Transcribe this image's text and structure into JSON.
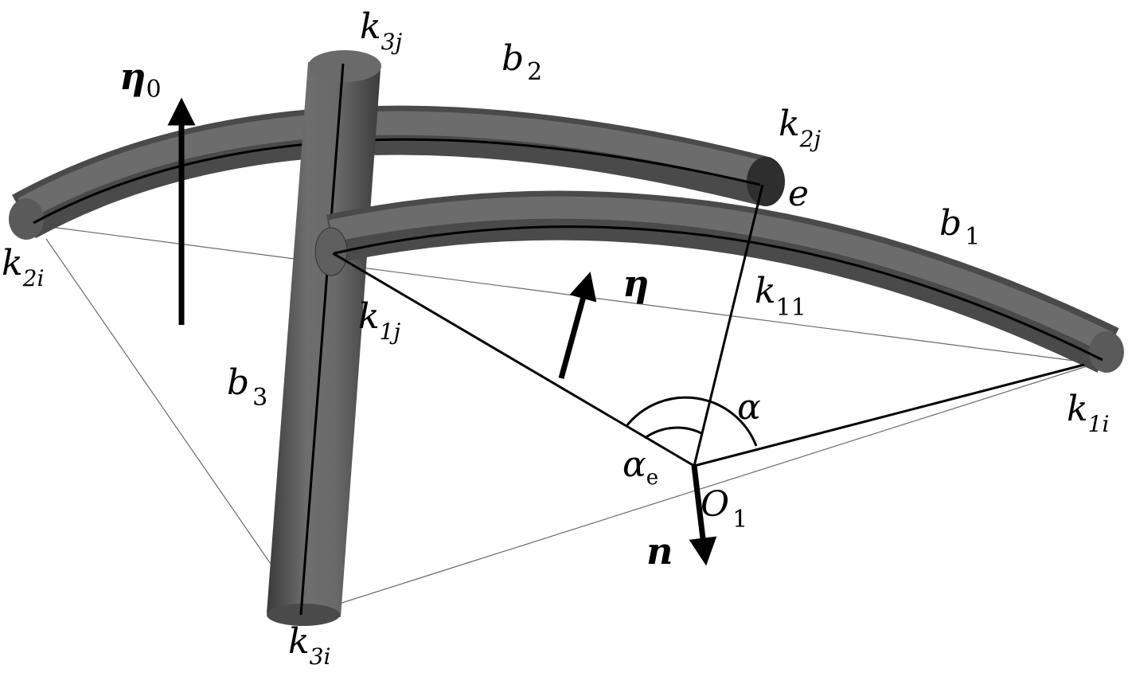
{
  "labels": {
    "k3j": {
      "main": "k",
      "sub": "3j"
    },
    "b2": {
      "main": "b",
      "sub": "2"
    },
    "eta0": {
      "main": "η",
      "sub": "0"
    },
    "k2j": {
      "main": "k",
      "sub": "2j"
    },
    "e": {
      "main": "e"
    },
    "b1": {
      "main": "b",
      "sub": "1"
    },
    "k2i": {
      "main": "k",
      "sub": "2i"
    },
    "eta": {
      "main": "η"
    },
    "k11": {
      "main": "k",
      "sub": "11"
    },
    "k1j": {
      "main": "k",
      "sub": "1j"
    },
    "b3": {
      "main": "b",
      "sub": "3"
    },
    "alpha": {
      "main": "α"
    },
    "k1i": {
      "main": "k",
      "sub": "1i"
    },
    "alphae": {
      "main": "α",
      "sub": "e"
    },
    "O1": {
      "main": "O",
      "sub": "1"
    },
    "n": {
      "main": "n"
    },
    "k3i": {
      "main": "k",
      "sub": "3i"
    }
  },
  "colors": {
    "tube": "#636363",
    "tube_dark": "#3c3c3c",
    "tube_light": "#8a8a8a",
    "axis": "#000000",
    "thin_line": "#555555"
  }
}
